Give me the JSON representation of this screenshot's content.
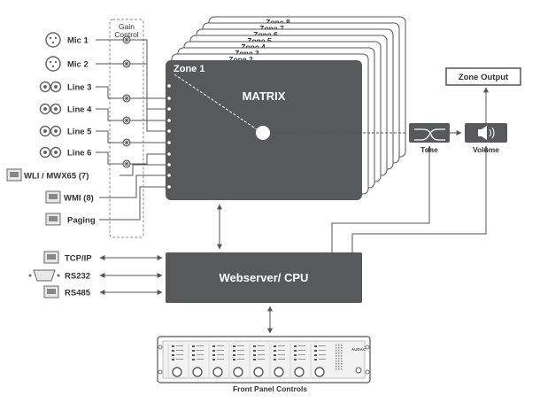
{
  "gain_control": {
    "line1": "Gain",
    "line2": "Control"
  },
  "inputs": [
    {
      "label": "Mic 1",
      "icon": "xlr-icon"
    },
    {
      "label": "Mic 2",
      "icon": "xlr-icon"
    },
    {
      "label": "Line 3",
      "icon": "rca-icon"
    },
    {
      "label": "Line 4",
      "icon": "rca-icon"
    },
    {
      "label": "Line 5",
      "icon": "rca-icon"
    },
    {
      "label": "Line 6",
      "icon": "rca-icon"
    },
    {
      "label": "WLI / MWX65 (7)",
      "icon": "wall-panel-icon"
    },
    {
      "label": "WMI (8)",
      "icon": "wall-panel-icon"
    },
    {
      "label": "Paging",
      "icon": "paging-icon"
    }
  ],
  "zones": [
    "Zone 8",
    "Zone 7",
    "Zone 6",
    "Zone 5",
    "Zone 4",
    "Zone 3",
    "Zone 2"
  ],
  "zone1_label": "Zone 1",
  "matrix_label": "MATRIX",
  "tone_label": "Tone",
  "volume_label": "Volume",
  "zone_output_label": "Zone Output",
  "cpu_label": "Webserver/ CPU",
  "control_ports": [
    {
      "label": "TCP/IP",
      "icon": "ethernet-icon"
    },
    {
      "label": "RS232",
      "icon": "db9-icon"
    },
    {
      "label": "RS485",
      "icon": "ethernet-icon"
    }
  ],
  "front_panel_label": "Front Panel Controls",
  "device_brand": "AUDAC",
  "colors": {
    "block": "#58595b",
    "line": "#555555",
    "box_text": "#ffffff",
    "text": "#333333"
  }
}
